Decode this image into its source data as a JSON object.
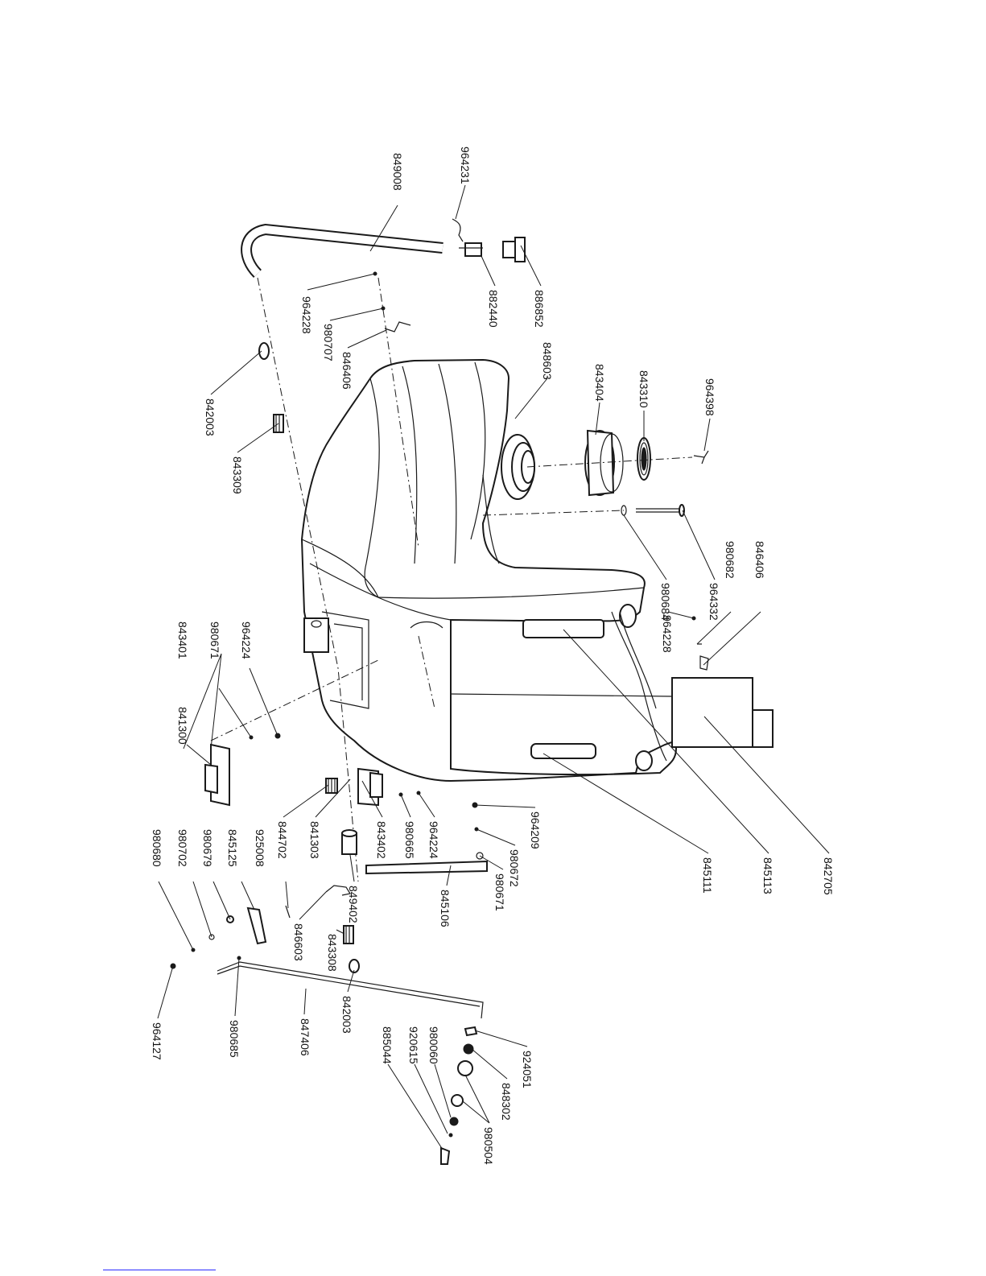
{
  "parts": [
    "849008",
    "964231",
    "882440",
    "886852",
    "964228",
    "980707",
    "846406",
    "842003",
    "843309",
    "848603",
    "843404",
    "843310",
    "964398",
    "980684",
    "964332",
    "980682",
    "846406",
    "964228",
    "843401",
    "980671",
    "964224",
    "841300",
    "844702",
    "841303",
    "843402",
    "980665",
    "964224",
    "964209",
    "980672",
    "980671",
    "845106",
    "849402",
    "846603",
    "843308",
    "842003",
    "845111",
    "845113",
    "842705",
    "980680",
    "980702",
    "980679",
    "845125",
    "925008",
    "980685",
    "964127",
    "847406",
    "924051",
    "848302",
    "980504",
    "980060",
    "920615",
    "885044"
  ],
  "colors": {
    "ink": "#1a1a1a",
    "paper": "#ffffff",
    "link": "#2a2aff"
  }
}
